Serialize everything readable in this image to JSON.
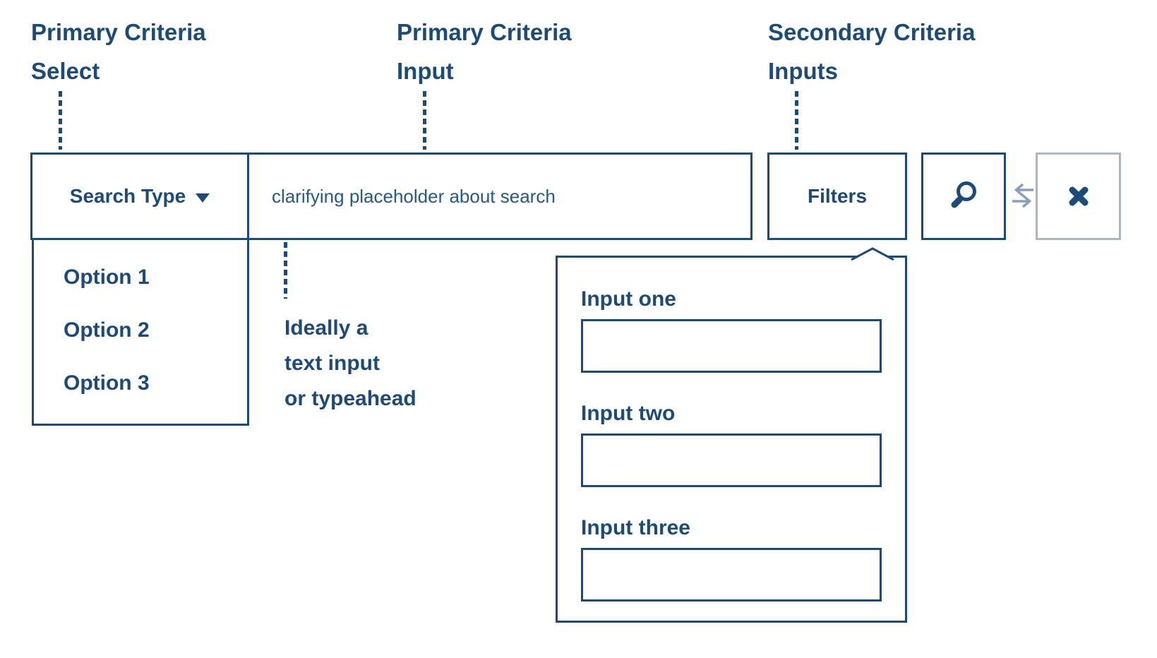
{
  "annotations": {
    "primary_select": {
      "line1": "Primary Criteria",
      "line2": "Select"
    },
    "primary_input": {
      "line1": "Primary Criteria",
      "line2": "Input"
    },
    "secondary_inputs": {
      "line1": "Secondary Criteria",
      "line2": "Inputs"
    },
    "typeahead_note": {
      "line1": "Ideally a",
      "line2": "text input",
      "line3": "or typeahead"
    }
  },
  "search_bar": {
    "search_type": {
      "label": "Search Type",
      "caret_icon": "chevron-down"
    },
    "primary_input": {
      "placeholder": "clarifying placeholder about search",
      "value": ""
    },
    "filters_button": {
      "label": "Filters"
    },
    "search_button": {
      "icon": "magnifier"
    },
    "swap_indicator": {
      "icon": "swap-arrows"
    },
    "clear_button": {
      "icon": "x-mark"
    }
  },
  "search_type_dropdown": {
    "options": [
      "Option 1",
      "Option 2",
      "Option 3"
    ]
  },
  "filters_panel": {
    "fields": [
      {
        "label": "Input one",
        "value": ""
      },
      {
        "label": "Input two",
        "value": ""
      },
      {
        "label": "Input three",
        "value": ""
      }
    ]
  },
  "colors": {
    "navy": "#1d4b77",
    "light_border": "#a9b7c6",
    "swap_icon": "#8aa0ba",
    "background": "#ffffff"
  }
}
